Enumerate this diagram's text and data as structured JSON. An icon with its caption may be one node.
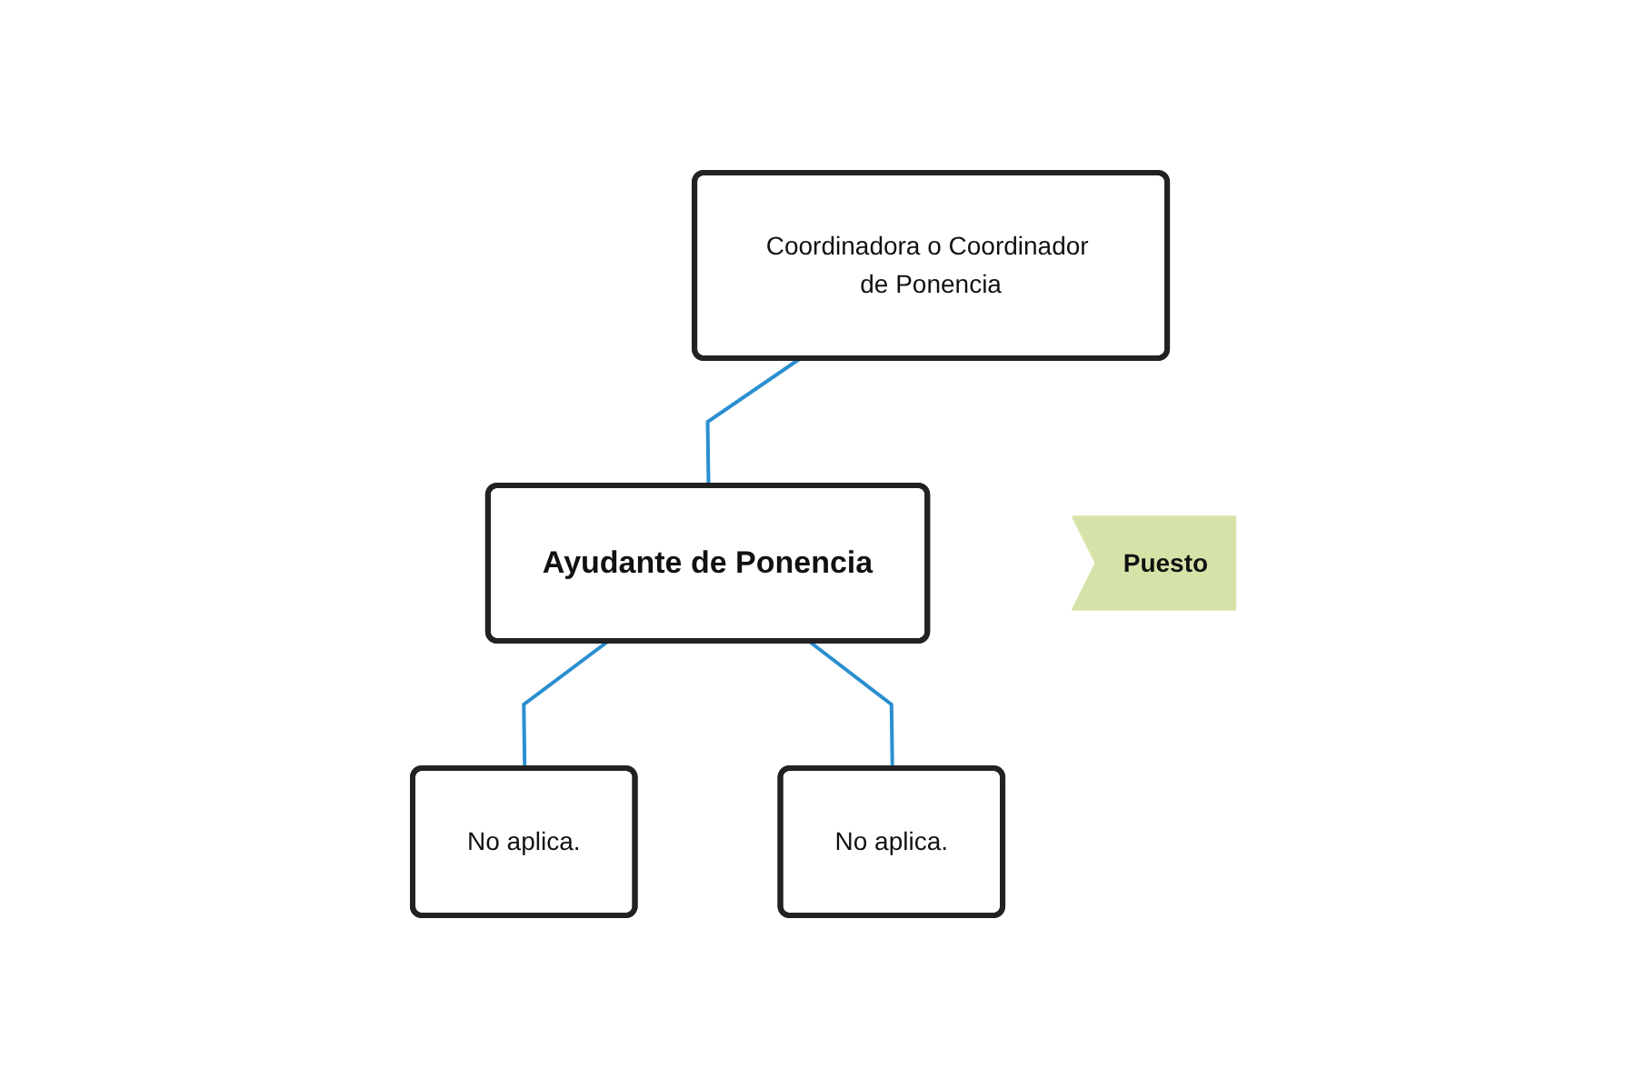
{
  "diagram": {
    "nodes": [
      {
        "text": [
          "Coordinadora o Coordinador de Ponencia"
        ]
      },
      {
        "text": [
          "Ayudante de Ponencia"
        ]
      },
      {
        "text": [
          "No aplica."
        ]
      },
      {
        "text": [
          "No aplica."
        ]
      },
      {
        "text": [
          "Puesto"
        ]
      }
    ],
    "edges": [
      {
        "from": 0,
        "to": 1,
        "arrow": "none"
      },
      {
        "from": 1,
        "to": 2,
        "arrow": "none"
      },
      {
        "from": 1,
        "to": 3,
        "arrow": "none"
      }
    ]
  }
}
